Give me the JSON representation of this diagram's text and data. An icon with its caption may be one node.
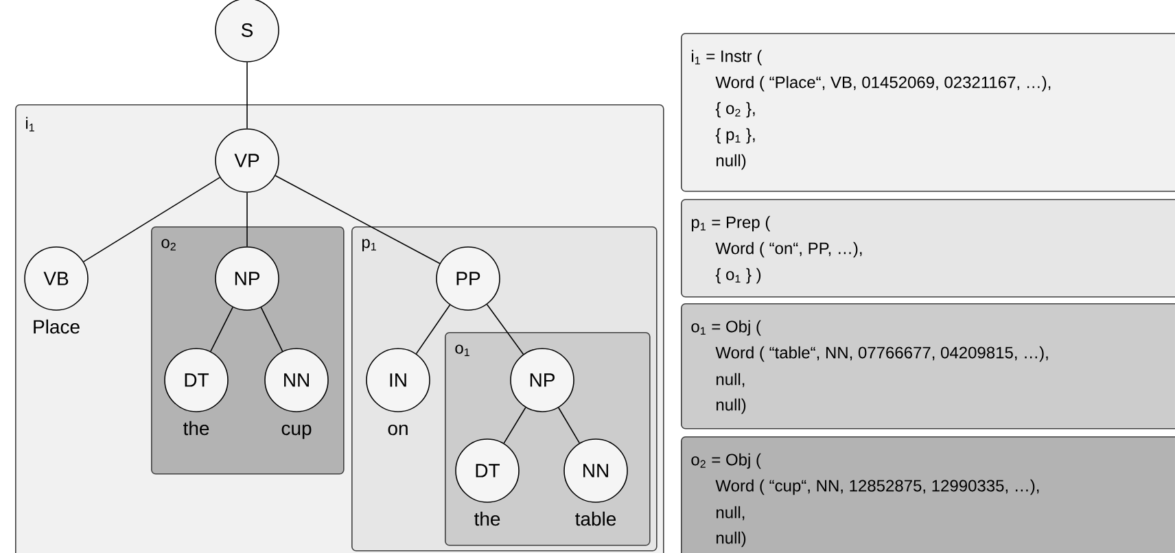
{
  "diagram": {
    "nodes": [
      {
        "text": [
          "S"
        ]
      },
      {
        "text": [
          "i$_{1}$"
        ]
      },
      {
        "text": [
          "VP"
        ],
        "in": 1
      },
      {
        "text": [
          "VB"
        ],
        "in": 1,
        "beside": [
          "Place"
        ]
      },
      {
        "text": [
          "o$_{2}$"
        ],
        "in": 1
      },
      {
        "text": [
          "NP"
        ],
        "in": 4
      },
      {
        "text": [
          "DT"
        ],
        "in": 4,
        "beside": [
          "the"
        ]
      },
      {
        "text": [
          "NN"
        ],
        "in": 4,
        "beside": [
          "cup"
        ]
      },
      {
        "text": [
          "p$_{1}$"
        ],
        "in": 1
      },
      {
        "text": [
          "PP"
        ],
        "in": 8
      },
      {
        "text": [
          "IN"
        ],
        "in": 8,
        "beside": [
          "on"
        ]
      },
      {
        "text": [
          "o$_{1}$"
        ],
        "in": 8
      },
      {
        "text": [
          "NP"
        ],
        "in": 11
      },
      {
        "text": [
          "DT"
        ],
        "in": 11,
        "beside": [
          "the"
        ]
      },
      {
        "text": [
          "NN"
        ],
        "in": 11,
        "beside": [
          "table"
        ]
      },
      {
        "text": [
          "i$_{1}$ = Instr (",
          "Word ( “Place“, VB, 01452069, 02321167, …),",
          "{ o$_{2}$ },",
          "{ p$_{1}$ },",
          "null)"
        ]
      },
      {
        "text": [
          "p$_{1}$ = Prep (",
          "Word ( “on“, PP, …),",
          "{ o$_{1}$ } )"
        ]
      },
      {
        "text": [
          "o$_{1}$ = Obj (",
          "Word ( “table“, NN, 07766677, 04209815, …),",
          "null,",
          "null)"
        ]
      },
      {
        "text": [
          "o$_{2}$ = Obj (",
          "Word ( “cup“, NN, 12852875, 12990335, …),",
          "null,",
          "null)"
        ]
      }
    ],
    "edges": [
      {
        "from": 0,
        "to": 2,
        "arrow": "none"
      },
      {
        "from": 2,
        "to": 3,
        "arrow": "none"
      },
      {
        "from": 2,
        "to": 5,
        "arrow": "none"
      },
      {
        "from": 2,
        "to": 9,
        "arrow": "none"
      },
      {
        "from": 5,
        "to": 6,
        "arrow": "none"
      },
      {
        "from": 5,
        "to": 7,
        "arrow": "none"
      },
      {
        "from": 9,
        "to": 10,
        "arrow": "none"
      },
      {
        "from": 9,
        "to": 12,
        "arrow": "none"
      },
      {
        "from": 12,
        "to": 13,
        "arrow": "none"
      },
      {
        "from": 12,
        "to": 14,
        "arrow": "none"
      }
    ]
  }
}
